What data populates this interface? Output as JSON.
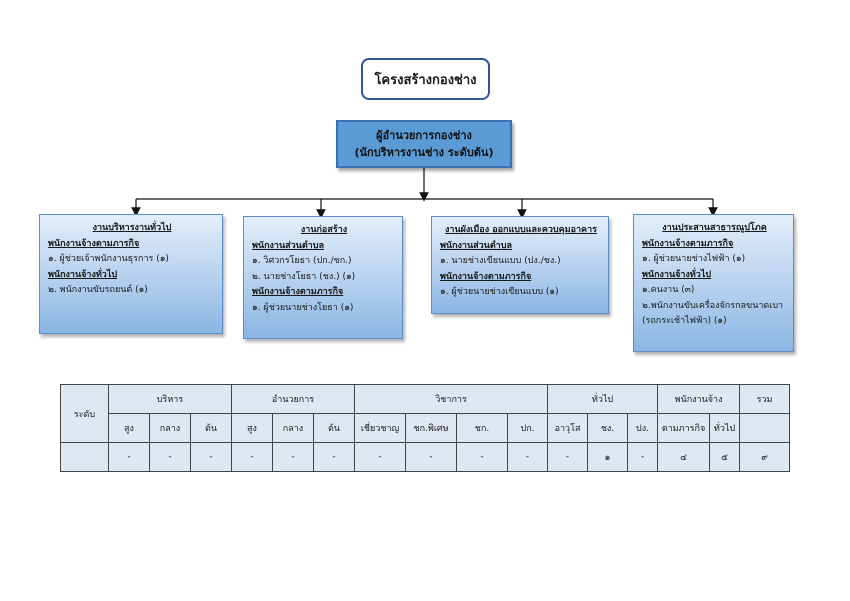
{
  "page_title": "โครงสร้างกองช่าง",
  "head": {
    "line1": "ผู้อำนวยการกองช่าง",
    "line2": "(นักบริหารงานช่าง ระดับต้น)"
  },
  "units": [
    {
      "title": "งานบริหารงานทั่วไป",
      "groups": [
        {
          "heading": "พนักงานจ้างตามภารกิจ",
          "items": [
            "๑. ผู้ช่วยเจ้าพนักงานธุรการ (๑)"
          ]
        },
        {
          "heading": "พนักงานจ้างทั่วไป",
          "items": [
            "๒. พนักงานขับรถยนต์ (๑)"
          ]
        }
      ]
    },
    {
      "title": "งานก่อสร้าง",
      "groups": [
        {
          "heading": "พนักงานส่วนตำบล",
          "items": [
            "๑. วิศวกรโยธา (ปก./ชก.)",
            "๒. นายช่างโยธา (ชง.) (๑)"
          ]
        },
        {
          "heading": "พนักงานจ้างตามภารกิจ",
          "items": [
            "๑. ผู้ช่วยนายช่างโยธา (๑)"
          ]
        }
      ]
    },
    {
      "title": "งานผังเมือง ออกแบบและควบคุมอาคาร",
      "groups": [
        {
          "heading": "พนักงานส่วนตำบล",
          "items": [
            "๑. นายช่างเขียนแบบ (ปง./ชง.)"
          ]
        },
        {
          "heading": "พนักงานจ้างตามภารกิจ",
          "items": [
            "๑. ผู้ช่วยนายช่างเขียนแบบ (๑)"
          ]
        }
      ]
    },
    {
      "title": "งานประสานสาธารณูปโภค",
      "groups": [
        {
          "heading": "พนักงานจ้างตามภารกิจ",
          "items": [
            "๑. ผู้ช่วยนายช่างไฟฟ้า (๑)"
          ]
        },
        {
          "heading": "พนักงานจ้างทั่วไป",
          "items": [
            "๑.คนงาน (๓)",
            "๒.พนักงานขับเครื่องจักรกลขนาดเบา",
            "(รถกระเช้าไฟฟ้า) (๑)"
          ]
        }
      ]
    }
  ],
  "table": {
    "level_label": "ระดับ",
    "groups": [
      "บริหาร",
      "อำนวยการ",
      "วิชาการ",
      "ทั่วไป",
      "พนักงานจ้าง",
      "รวม"
    ],
    "subheaders": [
      "สูง",
      "กลาง",
      "ต้น",
      "สูง",
      "กลาง",
      "ต้น",
      "เชี่ยวชาญ",
      "ชก.พิเศษ",
      "ชก.",
      "ปก.",
      "อาวุโส",
      "ชง.",
      "ปง.",
      "ตามภารกิจ",
      "ทั่วไป"
    ],
    "values": [
      "-",
      "-",
      "-",
      "-",
      "-",
      "-",
      "-",
      "-",
      "-",
      "-",
      "-",
      "๑",
      "-",
      "๔",
      "๕",
      "๙"
    ]
  }
}
